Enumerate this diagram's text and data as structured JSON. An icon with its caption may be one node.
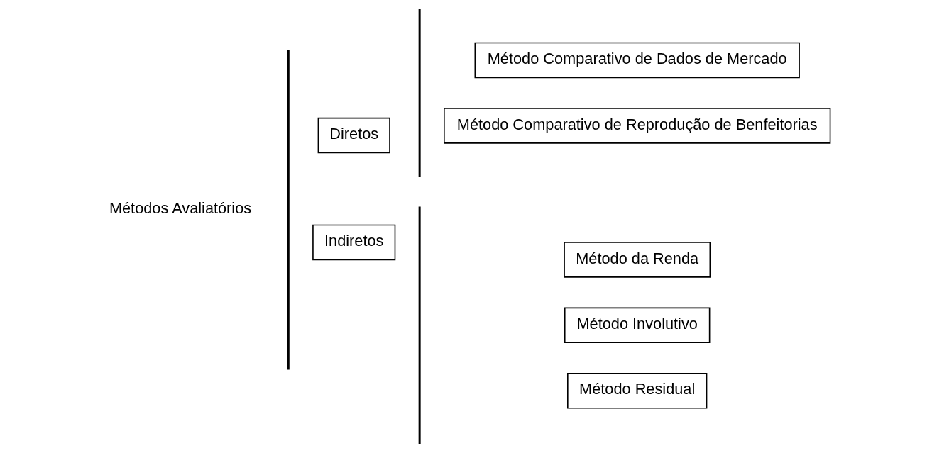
{
  "diagram": {
    "nodes": [
      {
        "text": [
          "Diretos"
        ]
      },
      {
        "text": [
          "Método Comparativo de Dados de Mercado"
        ]
      },
      {
        "text": [
          "Método Comparativo de Reprodução de Benfeitorias"
        ]
      },
      {
        "text": [
          "Indiretos"
        ]
      },
      {
        "text": [
          "Método da Renda"
        ]
      },
      {
        "text": [
          "Método Involutivo"
        ]
      },
      {
        "text": [
          "Método Residual"
        ]
      }
    ],
    "edges": [],
    "labels": [
      "Métodos Avaliatórios"
    ]
  }
}
